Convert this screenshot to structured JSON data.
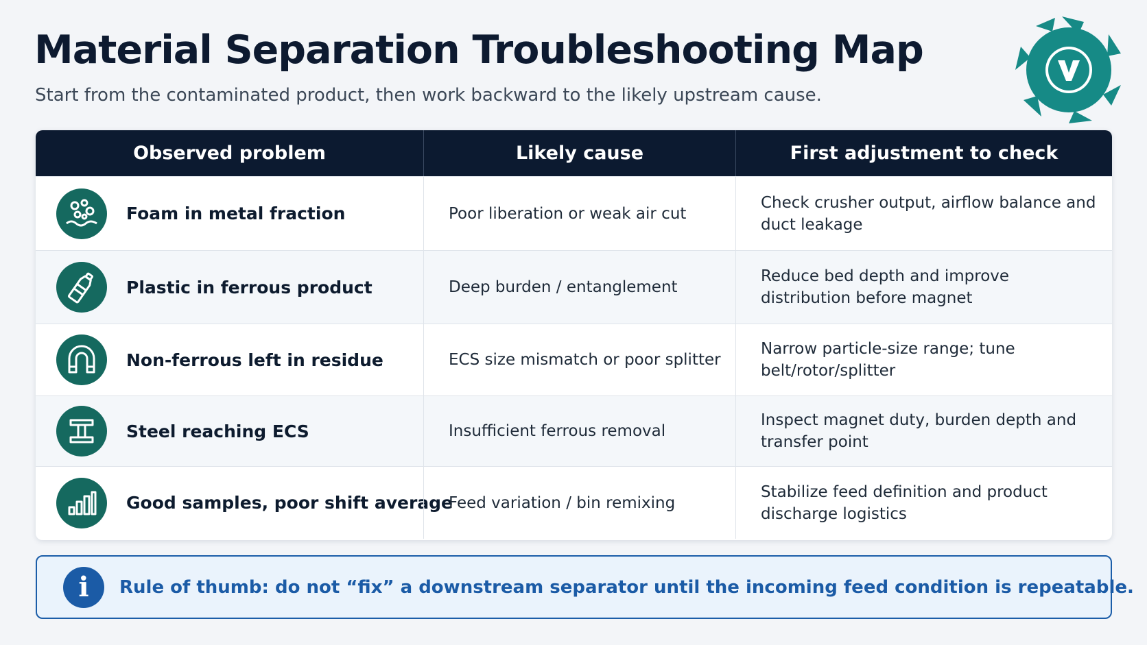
{
  "header": {
    "title": "Material Separation Troubleshooting Map",
    "subtitle": "Start from the contaminated product, then work backward to the likely upstream cause."
  },
  "logo": {
    "icon": "gear-s-logo-icon",
    "color": "#168a86"
  },
  "table": {
    "columns": [
      "Observed problem",
      "Likely cause",
      "First adjustment to check"
    ],
    "rows": [
      {
        "icon": "foam-bubbles-icon",
        "problem": "Foam in metal fraction",
        "cause": "Poor liberation or weak air cut",
        "adjustment": "Check crusher output, airflow balance and duct leakage"
      },
      {
        "icon": "plastic-bottle-icon",
        "problem": "Plastic in ferrous product",
        "cause": "Deep burden / entanglement",
        "adjustment": "Reduce bed depth and improve distribution before magnet"
      },
      {
        "icon": "magnet-icon",
        "problem": "Non-ferrous left in residue",
        "cause": "ECS size mismatch or poor splitter",
        "adjustment": "Narrow particle-size range; tune belt/rotor/splitter"
      },
      {
        "icon": "steel-beam-icon",
        "problem": "Steel reaching ECS",
        "cause": "Insufficient ferrous removal",
        "adjustment": "Inspect magnet duty, burden depth and transfer point"
      },
      {
        "icon": "bar-chart-icon",
        "problem": "Good samples, poor shift average",
        "cause": "Feed variation / bin remixing",
        "adjustment": "Stabilize feed definition and product discharge logistics"
      }
    ]
  },
  "callout": {
    "icon": "info-icon",
    "text": "Rule of thumb: do not “fix” a downstream separator until the incoming feed condition is repeatable."
  },
  "colors": {
    "header_bg": "#0c1a30",
    "icon_bg": "#15695f",
    "callout_accent": "#1b5ba6"
  }
}
